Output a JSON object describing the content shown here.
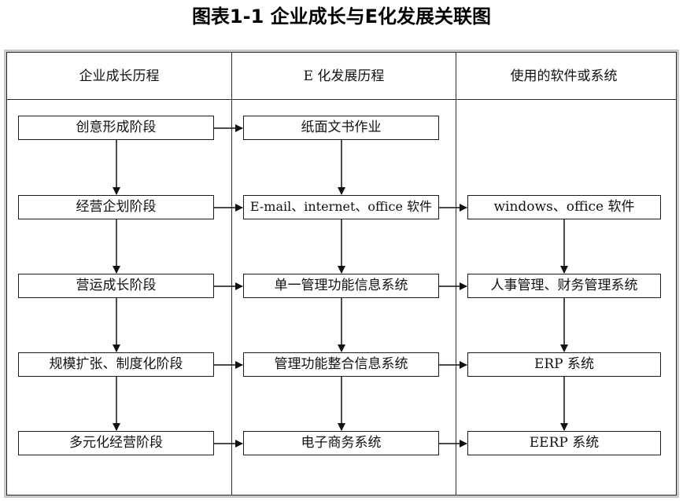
{
  "title": "图表1-1  企业成长与E化发展关联图",
  "columns": [
    "企业成长历程",
    "E 化发展历程",
    "使用的软件或系统"
  ],
  "col1": [
    "创意形成阶段",
    "经营企划阶段",
    "营运成长阶段",
    "规模扩张、制度化阶段",
    "多元化经营阶段"
  ],
  "col2": [
    "纸面文书作业",
    "E-mail、internet、office 软件",
    "单一管理功能信息系统",
    "管理功能整合信息系统",
    "电子商务系统"
  ],
  "col3": [
    "",
    "windows、office 软件",
    "人事管理、财务管理系统",
    "ERP 系统",
    "EERP 系统"
  ]
}
